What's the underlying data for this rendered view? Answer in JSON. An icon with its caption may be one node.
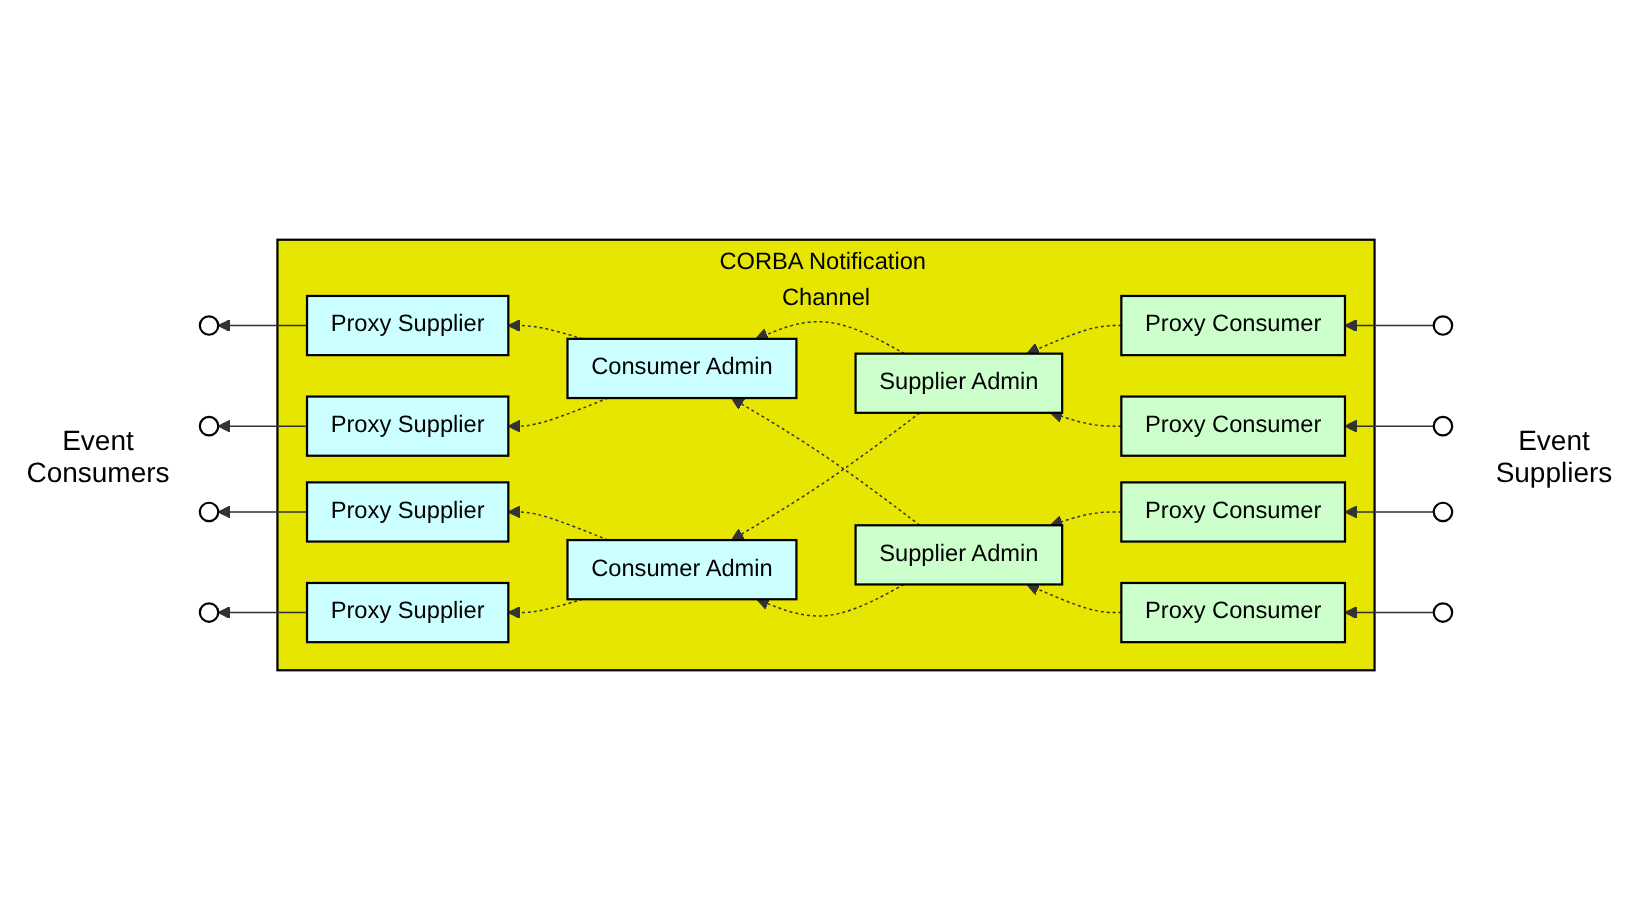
{
  "diagram": {
    "nodes": [
      {
        "text": [
          "CORBA Notification Channel"
        ]
      },
      {
        "text": [
          "Proxy Supplier"
        ],
        "in": 0
      },
      {
        "text": [
          "Consumer Admin"
        ],
        "in": 0
      },
      {
        "text": [
          "Supplier Admin"
        ],
        "in": 0
      },
      {
        "text": [
          "Proxy Consumer"
        ],
        "in": 0
      },
      {
        "text": [
          "Proxy Supplier"
        ],
        "in": 0
      },
      {
        "text": [
          "Proxy Consumer"
        ],
        "in": 0
      },
      {
        "text": [
          "Proxy Supplier"
        ],
        "in": 0
      },
      {
        "text": [
          "Consumer Admin"
        ],
        "in": 0
      },
      {
        "text": [
          "Supplier Admin"
        ],
        "in": 0
      },
      {
        "text": [
          "Proxy Consumer"
        ],
        "in": 0
      },
      {
        "text": [
          "Proxy Supplier"
        ],
        "in": 0
      },
      {
        "text": [
          "Proxy Consumer"
        ],
        "in": 0
      },
      {
        "text": [],
        "shape": "circle"
      },
      {
        "text": [],
        "shape": "circle"
      },
      {
        "text": [],
        "shape": "circle"
      },
      {
        "text": [],
        "shape": "circle"
      },
      {
        "text": [],
        "shape": "circle"
      },
      {
        "text": [],
        "shape": "circle"
      },
      {
        "text": [],
        "shape": "circle"
      },
      {
        "text": [],
        "shape": "circle"
      }
    ],
    "edges": [
      {
        "from": 17,
        "to": 4,
        "arrow": "to"
      },
      {
        "from": 18,
        "to": 6,
        "arrow": "to"
      },
      {
        "from": 19,
        "to": 10,
        "arrow": "to"
      },
      {
        "from": 20,
        "to": 12,
        "arrow": "to"
      },
      {
        "from": 4,
        "to": 3,
        "arrow": "to",
        "style": "dashed"
      },
      {
        "from": 6,
        "to": 3,
        "arrow": "to",
        "style": "dashed"
      },
      {
        "from": 10,
        "to": 9,
        "arrow": "to",
        "style": "dashed"
      },
      {
        "from": 12,
        "to": 9,
        "arrow": "to",
        "style": "dashed"
      },
      {
        "from": 3,
        "to": 2,
        "arrow": "to",
        "style": "dashed"
      },
      {
        "from": 3,
        "to": 8,
        "arrow": "to",
        "style": "dashed"
      },
      {
        "from": 9,
        "to": 2,
        "arrow": "to",
        "style": "dashed"
      },
      {
        "from": 9,
        "to": 8,
        "arrow": "to",
        "style": "dashed"
      },
      {
        "from": 2,
        "to": 1,
        "arrow": "to",
        "style": "dashed"
      },
      {
        "from": 2,
        "to": 5,
        "arrow": "to",
        "style": "dashed"
      },
      {
        "from": 8,
        "to": 7,
        "arrow": "to",
        "style": "dashed"
      },
      {
        "from": 8,
        "to": 11,
        "arrow": "to",
        "style": "dashed"
      },
      {
        "from": 1,
        "to": 13,
        "arrow": "to"
      },
      {
        "from": 5,
        "to": 14,
        "arrow": "to"
      },
      {
        "from": 7,
        "to": 15,
        "arrow": "to"
      },
      {
        "from": 11,
        "to": 16,
        "arrow": "to"
      }
    ],
    "labels": [
      "Event Consumers",
      "Event Suppliers"
    ]
  }
}
